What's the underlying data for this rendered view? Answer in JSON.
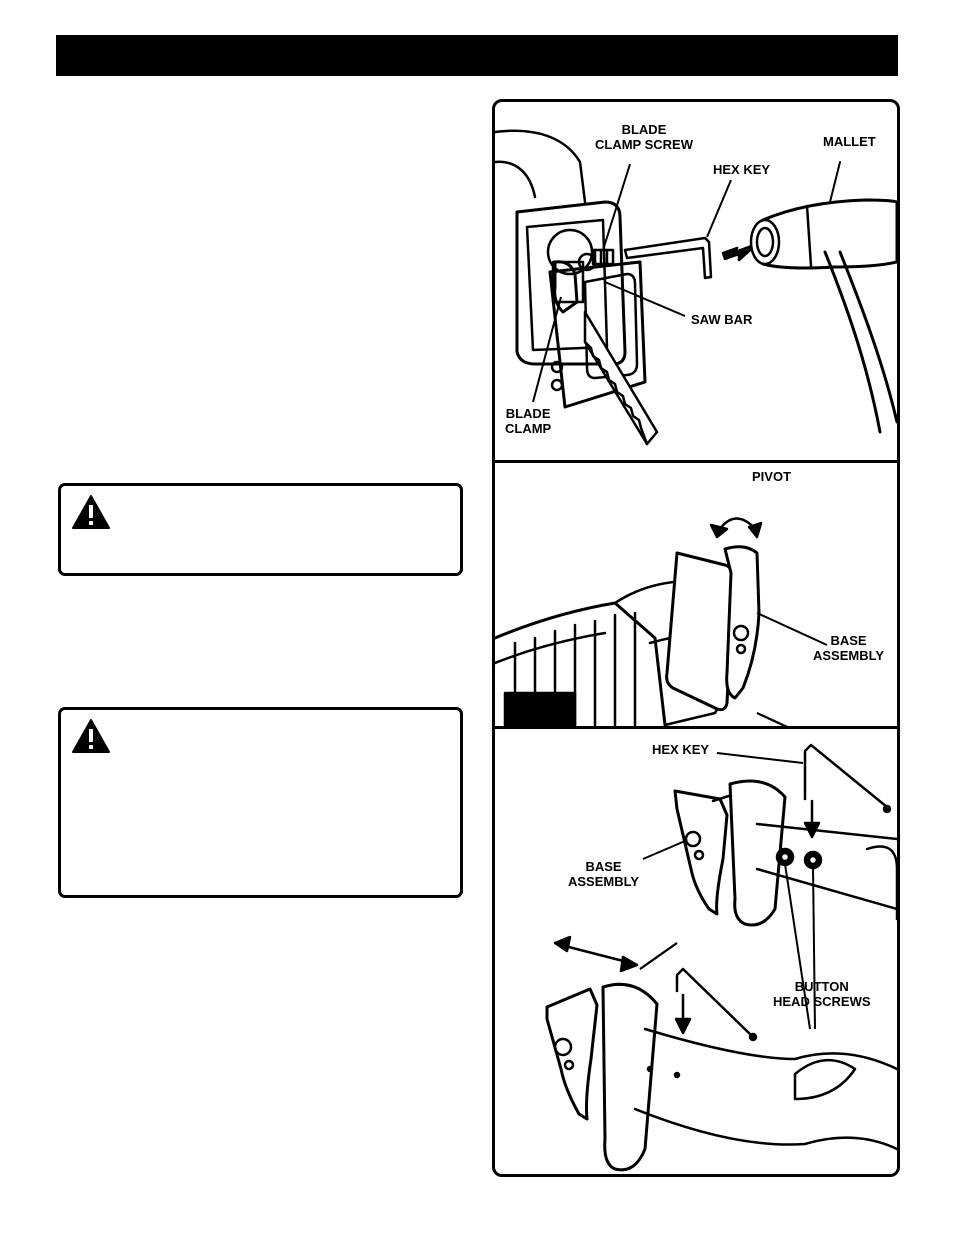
{
  "header": {
    "bar_color": "#000000"
  },
  "warnings": [
    {
      "icon": "warning-triangle-icon"
    },
    {
      "icon": "warning-triangle-icon"
    }
  ],
  "figures": {
    "blade_install": {
      "labels": {
        "blade_clamp_screw": [
          "BLADE",
          "CLAMP SCREW"
        ],
        "mallet": "MALLET",
        "hex_key": "HEX KEY",
        "saw_bar": "SAW BAR",
        "blade_clamp": [
          "BLADE",
          "CLAMP"
        ]
      }
    },
    "base_pivot": {
      "labels": {
        "pivot": "PIVOT",
        "base_assembly": [
          "BASE",
          "ASSEMBLY"
        ]
      }
    },
    "base_adjust": {
      "labels": {
        "hex_key": "HEX KEY",
        "base_assembly": [
          "BASE",
          "ASSEMBLY"
        ],
        "button_head_screws": [
          "BUTTON",
          "HEAD SCREWS"
        ]
      }
    }
  }
}
